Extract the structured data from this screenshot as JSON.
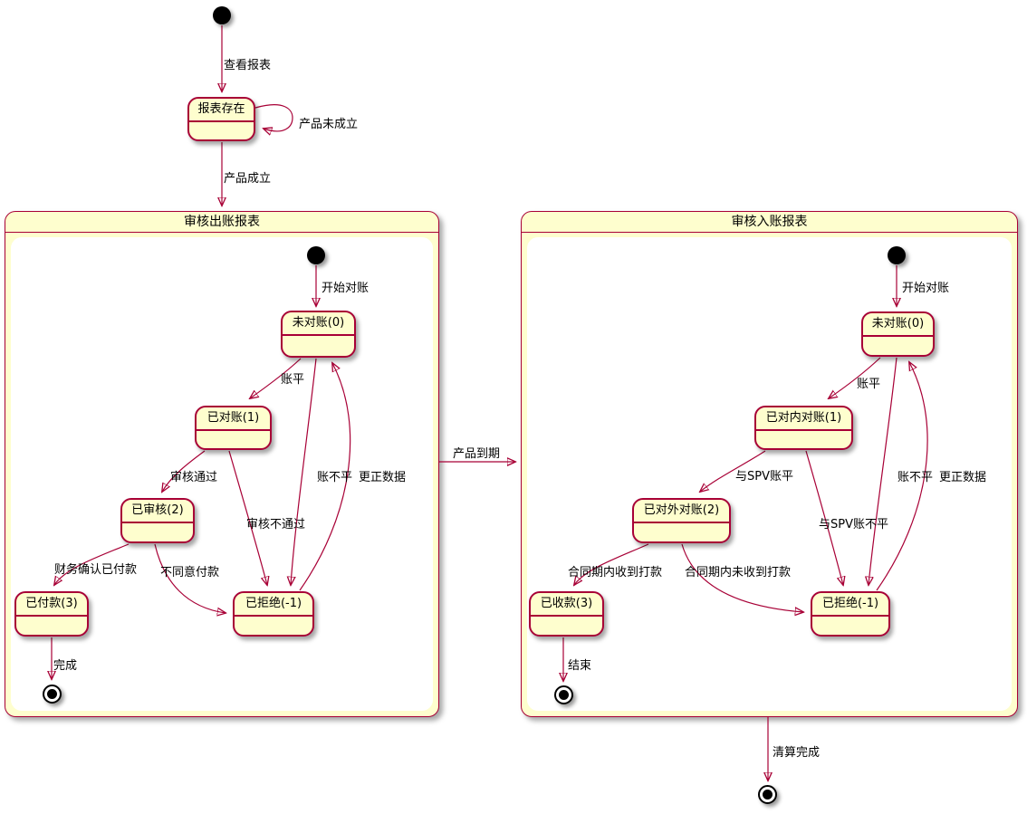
{
  "diagram": {
    "top": {
      "view_report": "查看报表",
      "report_exists": "报表存在",
      "product_not_established": "产品未成立",
      "product_established": "产品成立"
    },
    "link": {
      "product_mature": "产品到期",
      "liquidation_complete": "清算完成"
    },
    "outgoing": {
      "title": "审核出账报表",
      "start_reconcile": "开始对账",
      "unreconciled": "未对账(0)",
      "balanced": "账平",
      "reconciled": "已对账(1)",
      "review_pass": "审核通过",
      "reviewed": "已审核(2)",
      "finance_confirm_paid": "财务确认已付款",
      "paid": "已付款(3)",
      "complete": "完成",
      "review_fail": "审核不通过",
      "unbalanced": "账不平",
      "correct_data": "更正数据",
      "payment_denied": "不同意付款",
      "rejected": "已拒绝(-1)"
    },
    "incoming": {
      "title": "审核入账报表",
      "start_reconcile": "开始对账",
      "unreconciled": "未对账(0)",
      "balanced": "账平",
      "internal_reconciled": "已对内对账(1)",
      "spv_balanced": "与SPV账平",
      "external_reconciled": "已对外对账(2)",
      "received_in_contract": "合同期内收到打款",
      "received": "已收款(3)",
      "end": "结束",
      "spv_unbalanced": "与SPV账不平",
      "unbalanced": "账不平",
      "correct_data": "更正数据",
      "not_received_in_contract": "合同期内未收到打款",
      "rejected": "已拒绝(-1)"
    },
    "colors": {
      "state_fill": "#FEFECE",
      "state_border": "#A80036",
      "arrow": "#A80036",
      "text": "#000000"
    }
  }
}
